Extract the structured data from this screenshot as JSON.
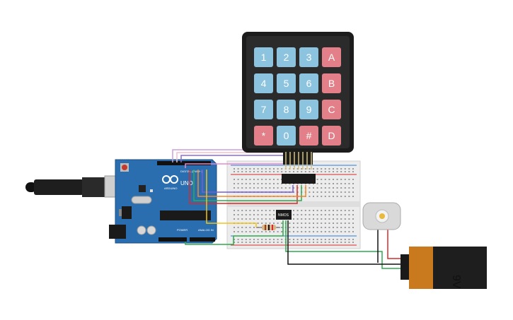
{
  "keypad": {
    "rows": [
      [
        {
          "label": "1",
          "type": "num"
        },
        {
          "label": "2",
          "type": "num"
        },
        {
          "label": "3",
          "type": "num"
        },
        {
          "label": "A",
          "type": "letter"
        }
      ],
      [
        {
          "label": "4",
          "type": "num"
        },
        {
          "label": "5",
          "type": "num"
        },
        {
          "label": "6",
          "type": "num"
        },
        {
          "label": "B",
          "type": "letter"
        }
      ],
      [
        {
          "label": "7",
          "type": "num"
        },
        {
          "label": "8",
          "type": "num"
        },
        {
          "label": "9",
          "type": "num"
        },
        {
          "label": "C",
          "type": "letter"
        }
      ],
      [
        {
          "label": "*",
          "type": "letter"
        },
        {
          "label": "0",
          "type": "num"
        },
        {
          "label": "#",
          "type": "letter"
        },
        {
          "label": "D",
          "type": "letter"
        }
      ]
    ],
    "colors": {
      "body": "#2b2b2b",
      "frame": "#1c1c1c",
      "num": "#8cc3df",
      "letter": "#e27f88"
    }
  },
  "arduino": {
    "brand": "ARDUINO",
    "model": "UNO",
    "power_label": "POWER",
    "analog_label": "ANALOG IN",
    "digital_label": "DIGITAL (PWM~)",
    "board_color": "#2a6eb0"
  },
  "chip": {
    "label": "NMOS"
  },
  "battery": {
    "label": "9V"
  },
  "colors": {
    "wire_red": "#d62b2b",
    "wire_green": "#2fa84f",
    "wire_black": "#111111",
    "wire_yellow": "#f0c419"
  }
}
